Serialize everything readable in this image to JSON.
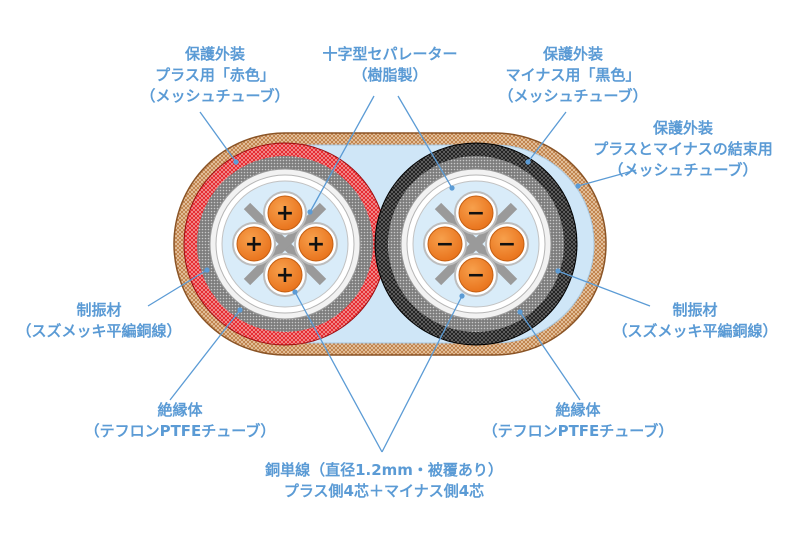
{
  "labels": {
    "plus_jacket": [
      "保護外装",
      "プラス用「赤色」",
      "（メッシュチューブ）"
    ],
    "separator": [
      "十字型セパレーター",
      "（樹脂製）"
    ],
    "minus_jacket": [
      "保護外装",
      "マイナス用「黒色」",
      "（メッシュチューブ）"
    ],
    "outer_jacket": [
      "保護外装",
      "プラスとマイナスの結束用",
      "（メッシュチューブ）"
    ],
    "damping_left": [
      "制振材",
      "（スズメッキ平編銅線）"
    ],
    "damping_right": [
      "制振材",
      "（スズメッキ平編銅線）"
    ],
    "insulator_left": [
      "絶縁体",
      "（テフロンPTFEチューブ）"
    ],
    "insulator_right": [
      "絶縁体",
      "（テフロンPTFEチューブ）"
    ],
    "conductor": [
      "銅単線（直径1.2mm・被覆あり）",
      "プラス側4芯＋マイナス側4芯"
    ]
  },
  "signs": {
    "plus": "+",
    "minus": "−"
  },
  "colors": {
    "label_text": "#5b9bd5",
    "leader_line": "#5b9bd5",
    "outer_jacket": "#b8743a",
    "plus_jacket": "#e3161c",
    "minus_jacket": "#151515",
    "damping_braid": "#8c8c8c",
    "filler": "#cfe6f7",
    "core_fill": "#f08122",
    "core_ring": "#bdbdbd",
    "separator": "#9a9a9a"
  }
}
